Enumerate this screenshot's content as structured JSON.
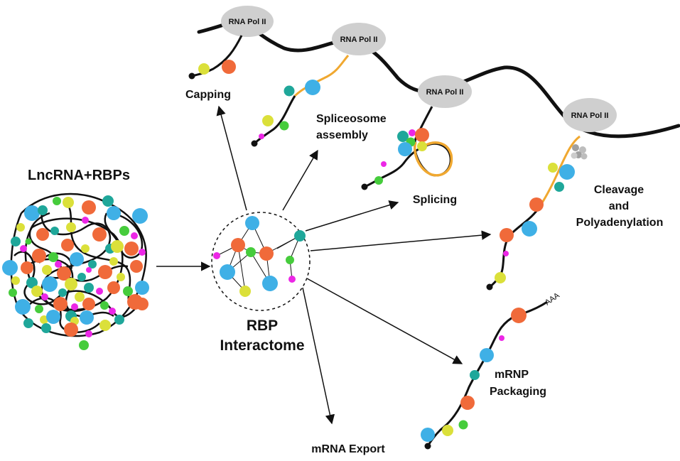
{
  "labels": {
    "lnc": "LncRNA+RBPs",
    "rbp_line1": "RBP",
    "rbp_line2": "Interactome",
    "capping": "Capping",
    "splice_asm_line1": "Spliceosome",
    "splice_asm_line2": "assembly",
    "splicing": "Splicing",
    "cleavage_line1": "Cleavage",
    "cleavage_line2": "and",
    "cleavage_line3": "Polyadenylation",
    "mrnp_line1": "mRNP",
    "mrnp_line2": "Packaging",
    "export": "mRNA Export",
    "polya": "AAA"
  },
  "polymerases": [
    {
      "label": "RNA Pol II"
    },
    {
      "label": "RNA Pol II"
    },
    {
      "label": "RNA Pol II"
    },
    {
      "label": "RNA Pol II"
    }
  ],
  "colors": {
    "blue": "#3fb0e6",
    "orange": "#f06a3a",
    "yellow": "#dbe03a",
    "green": "#46cc3c",
    "teal": "#1fa79a",
    "magenta": "#ec27e6",
    "intron": "#f0a830",
    "pol": "#cfcfcf"
  }
}
